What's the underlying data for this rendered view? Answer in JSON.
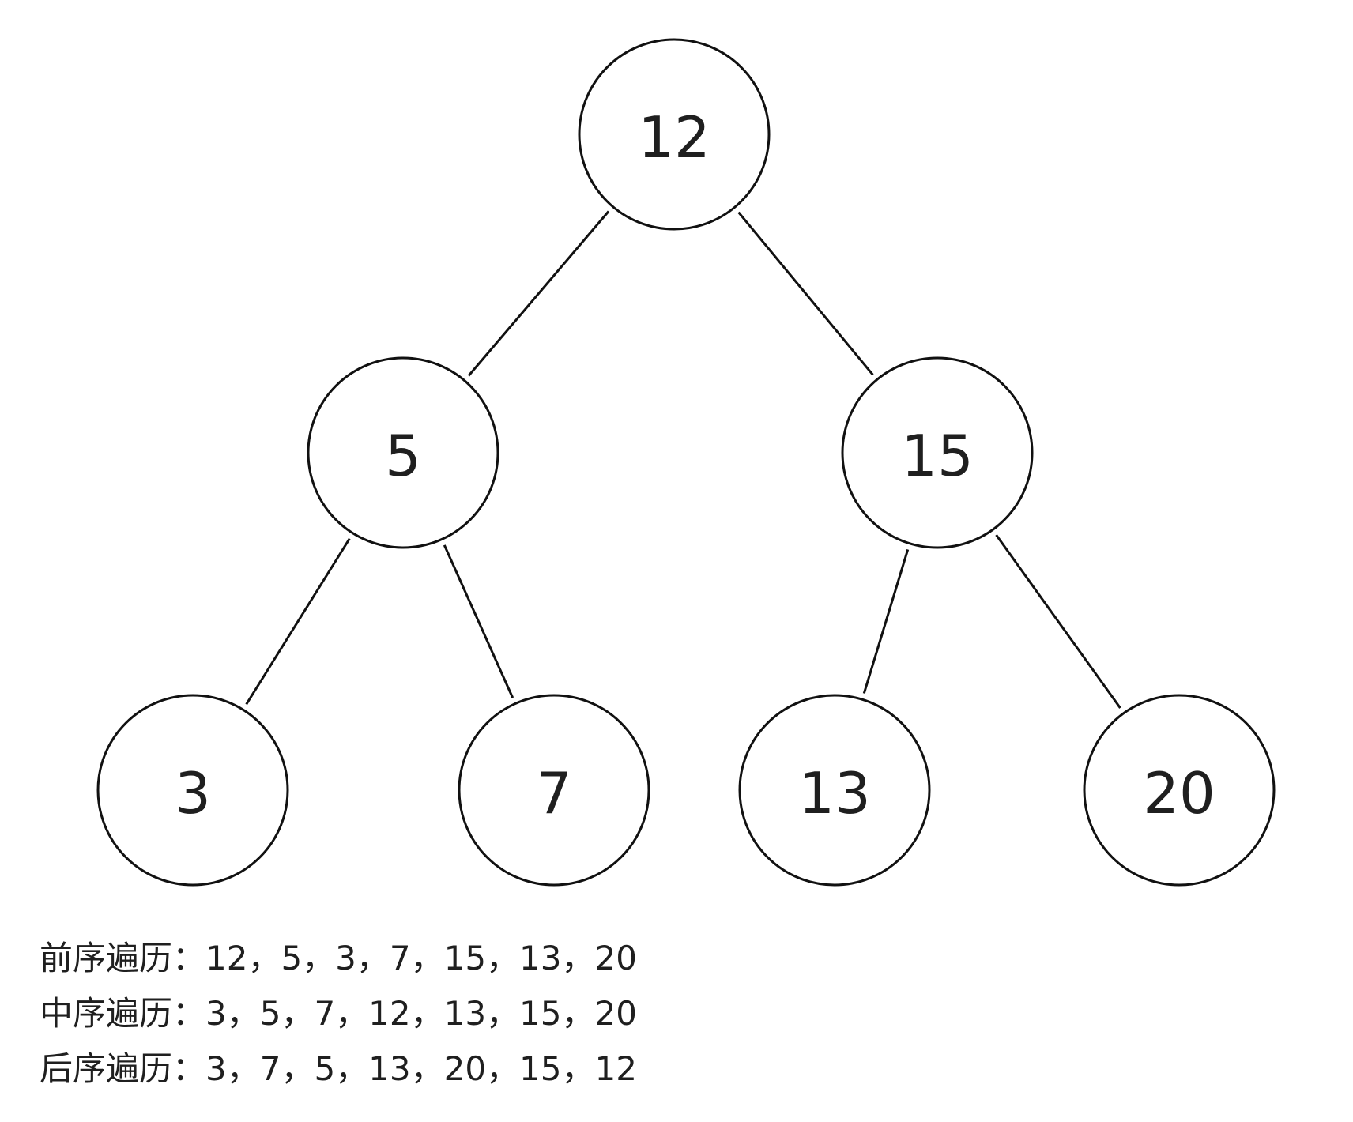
{
  "tree": {
    "nodes": [
      {
        "id": "n12",
        "value": "12"
      },
      {
        "id": "n5",
        "value": "5"
      },
      {
        "id": "n15",
        "value": "15"
      },
      {
        "id": "n3",
        "value": "3"
      },
      {
        "id": "n7",
        "value": "7"
      },
      {
        "id": "n13",
        "value": "13"
      },
      {
        "id": "n20",
        "value": "20"
      }
    ],
    "edges": [
      [
        "n12",
        "n5"
      ],
      [
        "n12",
        "n15"
      ],
      [
        "n5",
        "n3"
      ],
      [
        "n5",
        "n7"
      ],
      [
        "n15",
        "n13"
      ],
      [
        "n15",
        "n20"
      ]
    ]
  },
  "traversals": {
    "preorder": "前序遍历：12，5，3，7，15，13，20",
    "inorder": "中序遍历：3，5，7，12，13，15，20",
    "postorder": "后序遍历：3，7，5，13，20，15，12"
  }
}
